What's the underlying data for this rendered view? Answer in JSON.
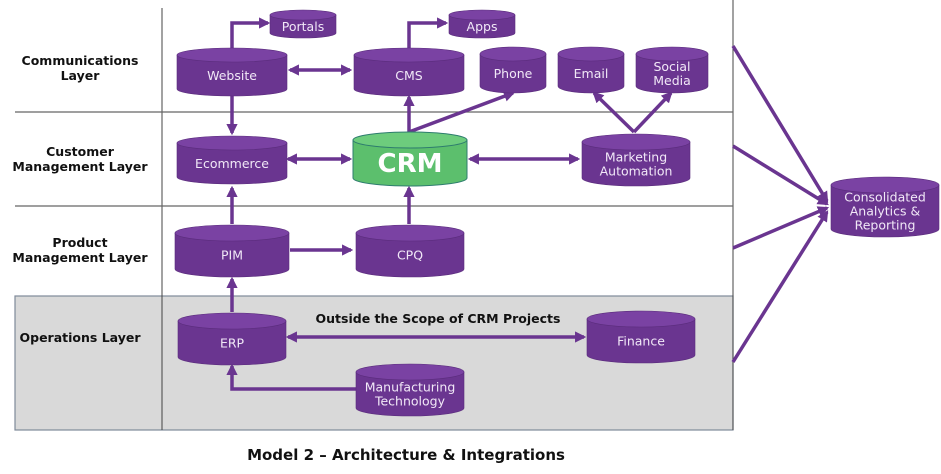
{
  "colors": {
    "node_fill": "#6a3590",
    "node_top": "#7a42a3",
    "node_edge": "#5a2c7c",
    "crm_fill": "#5cbf6d",
    "crm_top": "#6dcc7d",
    "crm_edge": "#2e7d6e",
    "connector": "#6a3590",
    "operations_bg": "#d9d9d9"
  },
  "layers": [
    {
      "id": "communications",
      "label_lines": [
        "Communications",
        "Layer"
      ]
    },
    {
      "id": "customer",
      "label_lines": [
        "Customer",
        "Management Layer"
      ]
    },
    {
      "id": "product",
      "label_lines": [
        "Product",
        "Management Layer"
      ]
    },
    {
      "id": "operations",
      "label_lines": [
        "Operations Layer"
      ]
    }
  ],
  "nodes": {
    "portals": {
      "label_lines": [
        "Portals"
      ]
    },
    "apps": {
      "label_lines": [
        "Apps"
      ]
    },
    "website": {
      "label_lines": [
        "Website"
      ]
    },
    "cms": {
      "label_lines": [
        "CMS"
      ]
    },
    "phone": {
      "label_lines": [
        "Phone"
      ]
    },
    "email": {
      "label_lines": [
        "Email"
      ]
    },
    "social_media": {
      "label_lines": [
        "Social",
        "Media"
      ]
    },
    "ecommerce": {
      "label_lines": [
        "Ecommerce"
      ]
    },
    "crm": {
      "label_lines": [
        "CRM"
      ]
    },
    "marketing_automation": {
      "label_lines": [
        "Marketing",
        "Automation"
      ]
    },
    "pim": {
      "label_lines": [
        "PIM"
      ]
    },
    "cpq": {
      "label_lines": [
        "CPQ"
      ]
    },
    "erp": {
      "label_lines": [
        "ERP"
      ]
    },
    "finance": {
      "label_lines": [
        "Finance"
      ]
    },
    "manufacturing_technology": {
      "label_lines": [
        "Manufacturing",
        "Technology"
      ]
    },
    "consolidated_analytics": {
      "label_lines": [
        "Consolidated",
        "Analytics &",
        "Reporting"
      ]
    }
  },
  "connections": [
    {
      "from": "website",
      "to": "portals",
      "direction": "forward"
    },
    {
      "from": "cms",
      "to": "apps",
      "direction": "forward"
    },
    {
      "from": "website",
      "to": "cms",
      "direction": "both"
    },
    {
      "from": "website",
      "to": "ecommerce",
      "direction": "forward"
    },
    {
      "from": "crm",
      "to": "cms",
      "direction": "forward"
    },
    {
      "from": "crm",
      "to": "phone",
      "direction": "forward"
    },
    {
      "from": "marketing_automation",
      "to": "email",
      "direction": "forward"
    },
    {
      "from": "marketing_automation",
      "to": "social_media",
      "direction": "forward"
    },
    {
      "from": "ecommerce",
      "to": "crm",
      "direction": "both"
    },
    {
      "from": "crm",
      "to": "marketing_automation",
      "direction": "both"
    },
    {
      "from": "pim",
      "to": "ecommerce",
      "direction": "forward"
    },
    {
      "from": "pim",
      "to": "cpq",
      "direction": "forward"
    },
    {
      "from": "cpq",
      "to": "crm",
      "direction": "forward"
    },
    {
      "from": "erp",
      "to": "pim",
      "direction": "forward"
    },
    {
      "from": "erp",
      "to": "finance",
      "direction": "both"
    },
    {
      "from": "manufacturing_technology",
      "to": "erp",
      "direction": "forward"
    },
    {
      "from": "communications_layer",
      "to": "consolidated_analytics",
      "direction": "forward"
    },
    {
      "from": "customer_layer",
      "to": "consolidated_analytics",
      "direction": "forward"
    },
    {
      "from": "product_layer",
      "to": "consolidated_analytics",
      "direction": "forward"
    },
    {
      "from": "operations_layer",
      "to": "consolidated_analytics",
      "direction": "forward"
    }
  ],
  "scope_note": "Outside the Scope of CRM Projects",
  "caption": "Model 2 – Architecture & Integrations"
}
